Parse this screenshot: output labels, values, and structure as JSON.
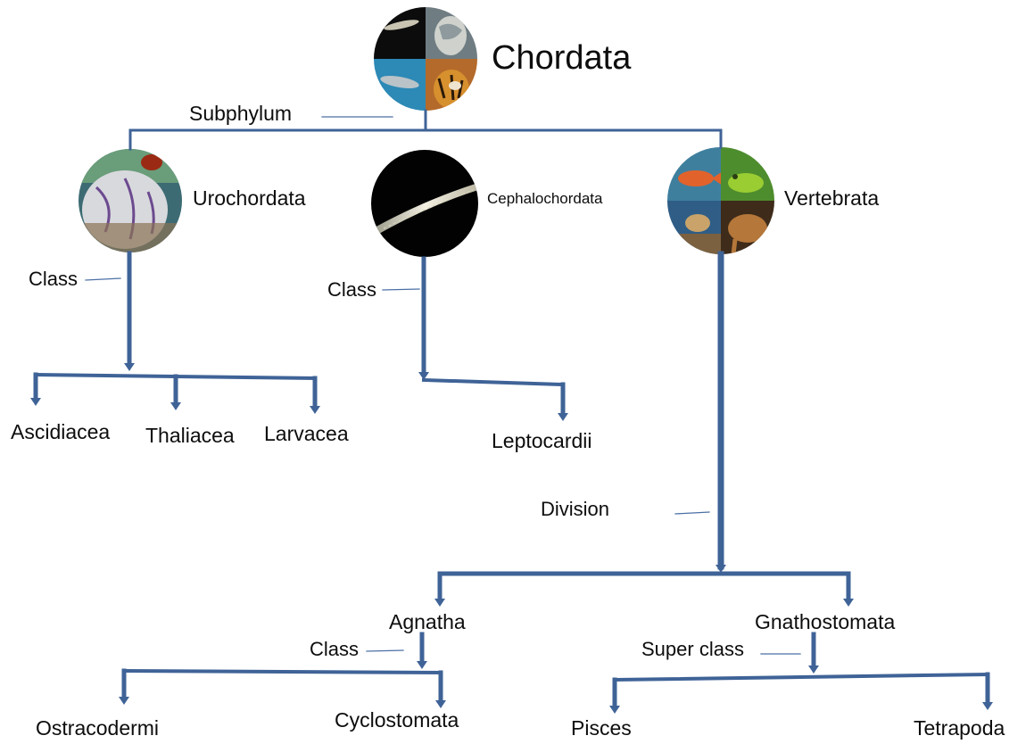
{
  "root": {
    "label": "Chordata",
    "icon": "chordata-photo-collage-icon"
  },
  "ranks": {
    "subphylum": "Subphylum",
    "division": "Division",
    "class_urochordata": "Class",
    "class_cephalochordata": "Class",
    "class_agnatha": "Class",
    "superclass_gnathostomata": "Super class"
  },
  "subphyla": [
    {
      "label": "Urochordata",
      "icon": "sea-squirt-photo-icon"
    },
    {
      "label": "Cephalochordata",
      "icon": "lancelet-photo-icon"
    },
    {
      "label": "Vertebrata",
      "icon": "vertebrate-photo-collage-icon"
    }
  ],
  "urochordata_classes": [
    "Ascidiacea",
    "Thaliacea",
    "Larvacea"
  ],
  "cephalochordata_classes": [
    "Leptocardii"
  ],
  "vertebrata_divisions": [
    "Agnatha",
    "Gnathostomata"
  ],
  "agnatha_classes": [
    "Ostracodermi",
    "Cyclostomata"
  ],
  "gnathostomata_superclasses": [
    "Pisces",
    "Tetrapoda"
  ],
  "colors": {
    "connector": "#3f6397",
    "leader": "#4a6fa5",
    "text": "#0d0d0d"
  }
}
